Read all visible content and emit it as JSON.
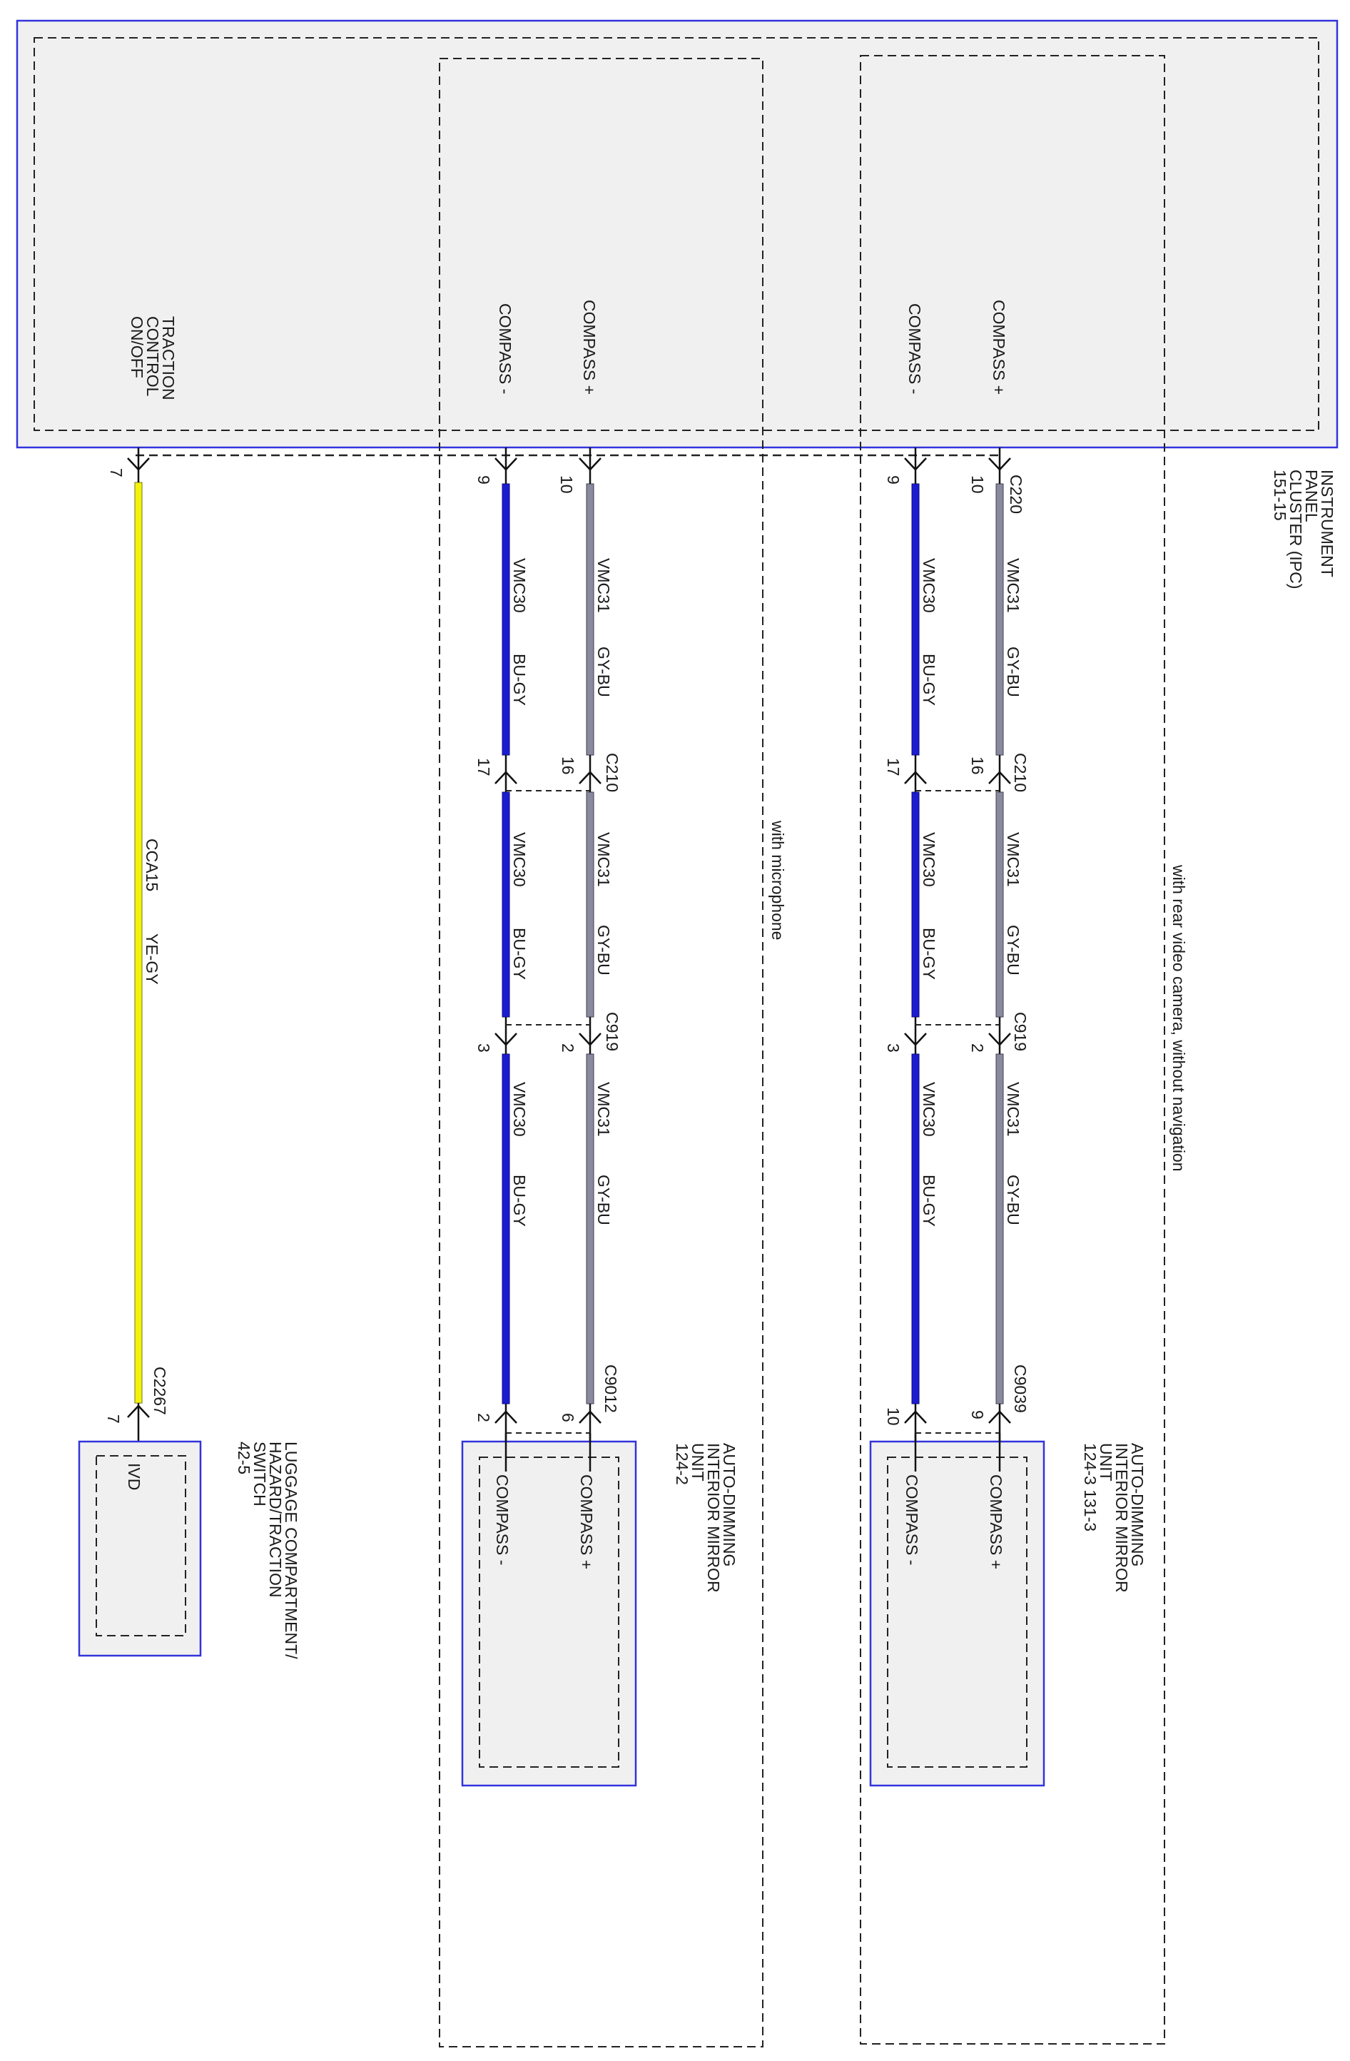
{
  "colors": {
    "module_border": "#3333dd",
    "module_fill": "#f0f0f0",
    "dashed": "#222222",
    "wire_blue": "#1c1cd0",
    "wire_gray": "#8a8a9e",
    "wire_yellow": "#f2f20a"
  },
  "ipc": {
    "label": [
      "INSTRUMENT",
      "PANEL",
      "CLUSTER (IPC)",
      "151-15"
    ],
    "pin_traction": [
      "TRACTION",
      "CONTROL",
      "ON/OFF"
    ],
    "pin_compass_minus": "COMPASS -",
    "pin_compass_plus": "COMPASS +"
  },
  "groups": {
    "microphone": "with microphone",
    "camera": "with rear video camera, without navigation"
  },
  "connectors": {
    "c220": "C220",
    "c210": "C210",
    "c919": "C919",
    "c9012": "C9012",
    "c9039": "C9039",
    "c2267": "C2267"
  },
  "wires": {
    "vmc30": "VMC30",
    "vmc31": "VMC31",
    "bu_gy": "BU-GY",
    "gy_bu": "GY-BU",
    "cca15": "CCA15",
    "ye_gy": "YE-GY"
  },
  "pins": {
    "p2": "2",
    "p3": "3",
    "p6": "6",
    "p7": "7",
    "p9": "9",
    "p10": "10",
    "p16": "16",
    "p17": "17"
  },
  "mirror_a": {
    "label": [
      "AUTO-DIMMING",
      "INTERIOR MIRROR",
      "UNIT",
      "124-2"
    ],
    "pin_plus": "COMPASS +",
    "pin_minus": "COMPASS -"
  },
  "mirror_b": {
    "label": [
      "AUTO-DIMMING",
      "INTERIOR MIRROR",
      "UNIT",
      "124-3  131-3"
    ],
    "pin_plus": "COMPASS +",
    "pin_minus": "COMPASS -"
  },
  "switch": {
    "label": [
      "LUGGAGE COMPARTMENT/",
      "HAZARD/TRACTION",
      "SWITCH",
      "42-5"
    ],
    "pin": "IVD"
  }
}
